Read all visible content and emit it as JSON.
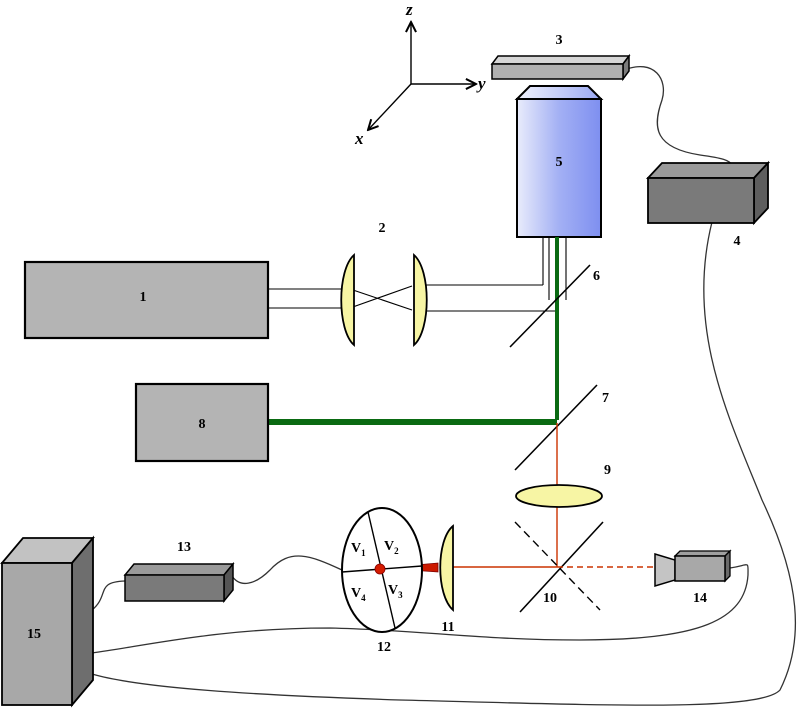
{
  "axes": {
    "x": "x",
    "y": "y",
    "z": "z"
  },
  "components": {
    "c1": "1",
    "c2": "2",
    "c3": "3",
    "c4": "4",
    "c5": "5",
    "c6": "6",
    "c7": "7",
    "c8": "8",
    "c9": "9",
    "c10": "10",
    "c11": "11",
    "c12": "12",
    "c13": "13",
    "c14": "14",
    "c15": "15"
  },
  "quadrants": {
    "v1": {
      "base": "V",
      "sub": "1"
    },
    "v2": {
      "base": "V",
      "sub": "2"
    },
    "v3": {
      "base": "V",
      "sub": "3"
    },
    "v4": {
      "base": "V",
      "sub": "4"
    }
  },
  "colors": {
    "box_gray": "#b4b4b4",
    "dark_gray": "#707070",
    "lens_yellow": "#f7f5a4",
    "green_beam": "#0a6a12",
    "red_beam": "#cc3300",
    "objective_blue": "#8c9cf2"
  }
}
